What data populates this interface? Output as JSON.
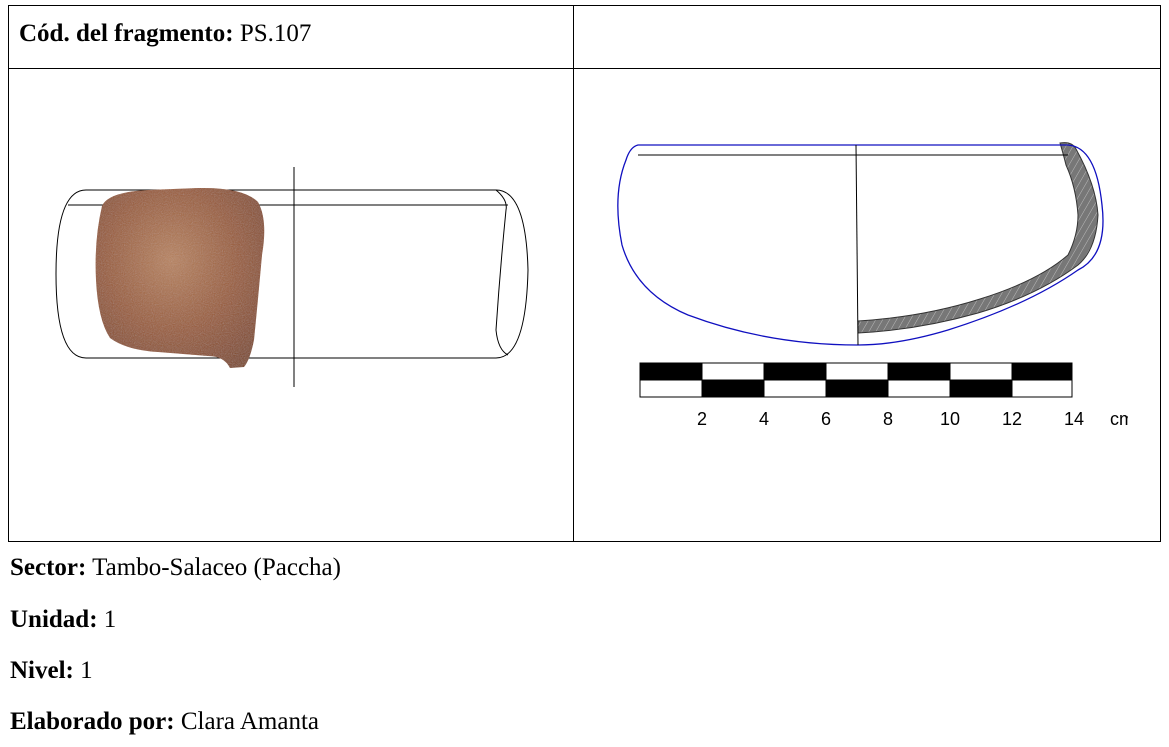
{
  "header": {
    "code_label": "Cód. del fragmento:",
    "code_value": "PS.107"
  },
  "drawing": {
    "scale_ticks": [
      "2",
      "4",
      "6",
      "8",
      "10",
      "12",
      "14"
    ],
    "scale_unit": "cm",
    "colors": {
      "profile_outline": "#1010c0",
      "section_fill": "#777777",
      "sherd_base": "#9a5a33",
      "sherd_light": "#b8825c"
    }
  },
  "info": {
    "sector_label": "Sector:",
    "sector_value": "Tambo-Salaceo (Paccha)",
    "unidad_label": "Unidad:",
    "unidad_value": "1",
    "nivel_label": "Nivel:",
    "nivel_value": "1",
    "elaborado_label": "Elaborado por:",
    "elaborado_value": "Clara Amanta"
  }
}
